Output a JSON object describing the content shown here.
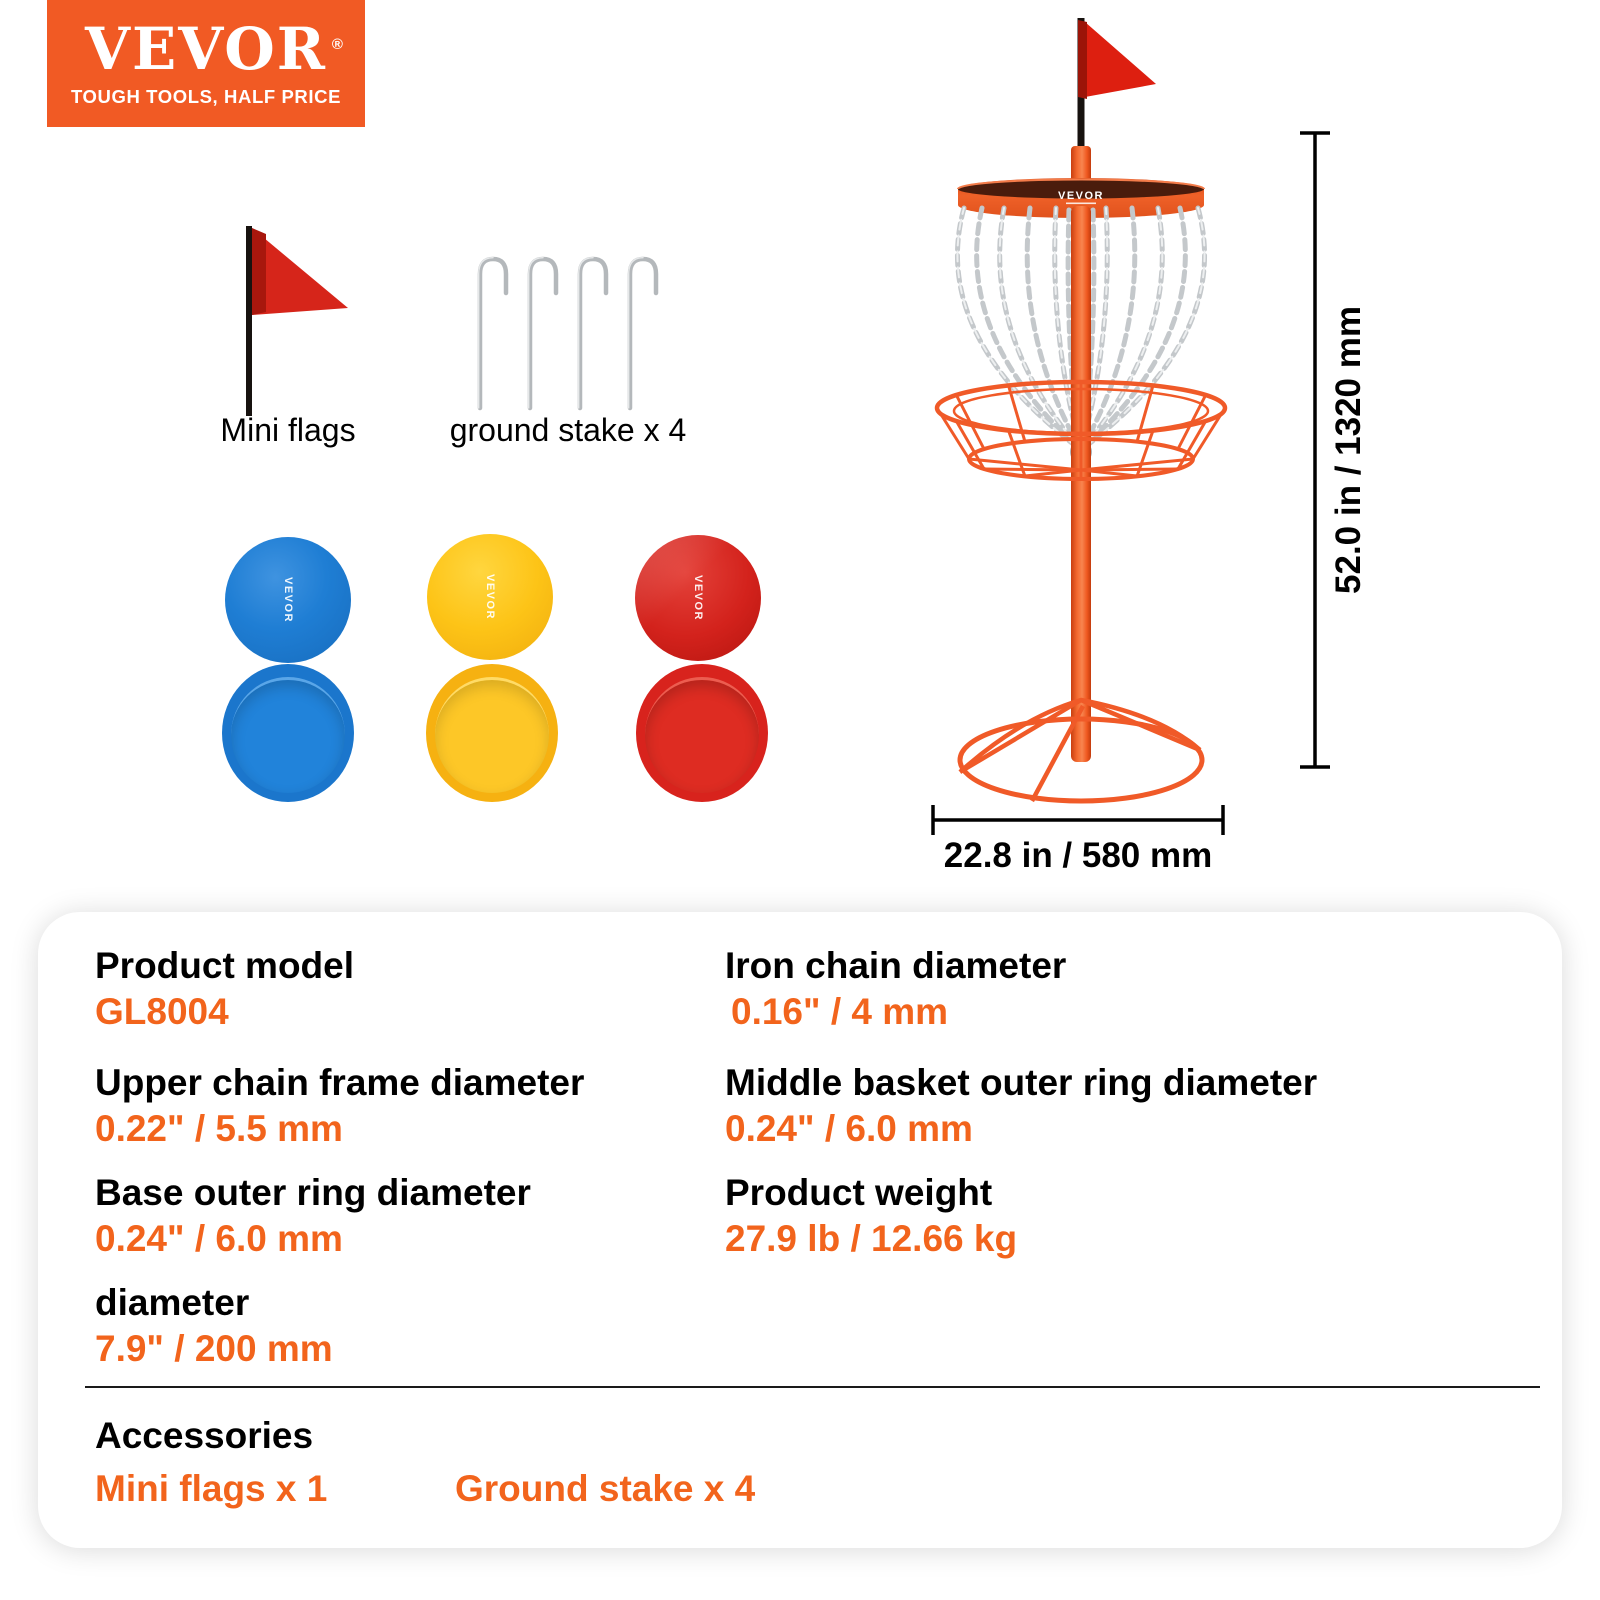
{
  "logo": {
    "brand": "VEVOR",
    "registered": "®",
    "tagline": "TOUGH TOOLS, HALF PRICE",
    "bg_color": "#f15a24"
  },
  "kit": {
    "flag_label": "Mini flags",
    "stake_label": "ground stake x 4",
    "disc_brand": "VEVOR",
    "disc_colors": {
      "blue": "#1f7ed4",
      "yellow": "#fdc417",
      "red": "#d3221c"
    }
  },
  "product": {
    "band_brand": "VEVOR",
    "height_label": "52.0 in / 1320 mm",
    "width_label": "22.8 in / 580 mm",
    "basket_color": "#f05a28",
    "flag_color": "#dd1f10",
    "chain_color": "#c4c8cb"
  },
  "specs": {
    "rows": [
      {
        "label": "Product model",
        "value": "GL8004"
      },
      {
        "label": "Iron chain diameter",
        "value": "0.16\" / 4 mm"
      },
      {
        "label": "Upper chain frame diameter",
        "value": "0.22\" / 5.5 mm"
      },
      {
        "label": "Middle basket outer ring diameter",
        "value": "0.24\" / 6.0 mm"
      },
      {
        "label": "Base outer ring diameter",
        "value": "0.24\" / 6.0 mm"
      },
      {
        "label": "Product weight",
        "value": "27.9 lb / 12.66 kg"
      },
      {
        "label": "diameter",
        "value": "7.9\" / 200 mm"
      }
    ],
    "accessories_title": "Accessories",
    "accessories_items": [
      "Mini flags x 1",
      "Ground stake x 4"
    ],
    "value_color": "#f2641c"
  }
}
